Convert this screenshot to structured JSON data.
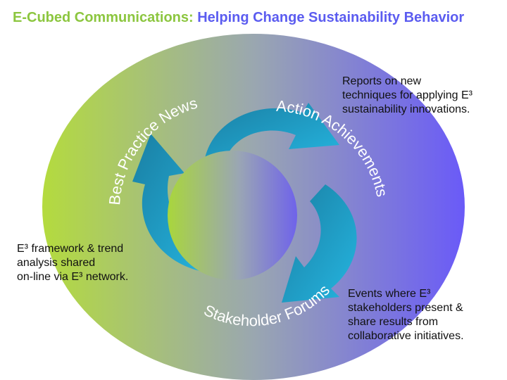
{
  "title": {
    "part1": "E-Cubed Communications:",
    "part2": " Helping Change Sustainability Behavior"
  },
  "cycle_labels": {
    "best_practice_news": "Best Practice News",
    "action_achievements": "Action Achievements",
    "stakeholder_forums": "Stakeholder Forums"
  },
  "notes": {
    "top_right": "Reports on new\ntechniques for applying E³\nsustainability innovations.",
    "left": "E³ framework & trend\nanalysis shared\non-line via E³ network.",
    "bottom_right": "Events where E³\nstakeholders present &\nshare results from\ncollaborative initiatives."
  },
  "colors": {
    "title_green": "#8cc63f",
    "title_blue": "#5b5cf0",
    "gradient_green": "#b4db3e",
    "gradient_blue": "#6a5af8",
    "arrow_light": "#25b5e0",
    "arrow_dark": "#1a7fa3"
  }
}
